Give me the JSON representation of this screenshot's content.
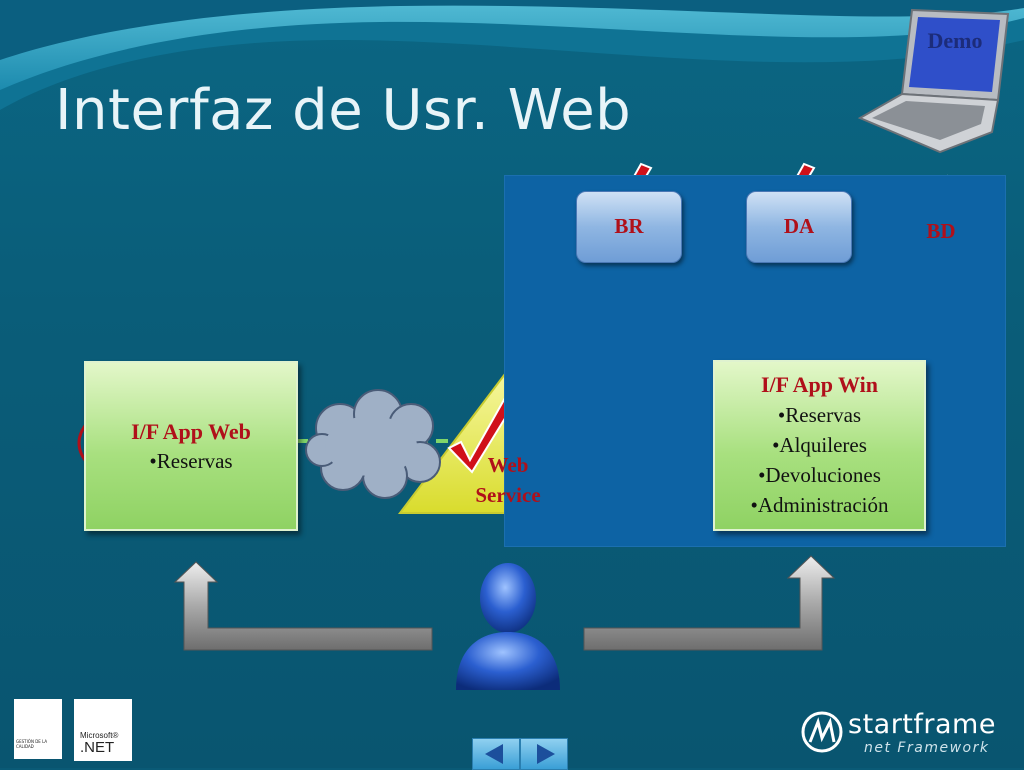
{
  "slide": {
    "title": "Interfaz de Usr. Web",
    "demo_label": "Demo",
    "server": {
      "br": "BR",
      "da": "DA",
      "bd": "BD"
    },
    "web_app": {
      "title": "I/F App Web",
      "items": [
        "•Reservas"
      ]
    },
    "web_service": [
      "Web",
      "Service"
    ],
    "win_app": {
      "title": "I/F App Win",
      "items": [
        "•Reservas",
        "•Alquileres",
        "•Devoluciones",
        "•Administración"
      ]
    },
    "logos": {
      "microsoft": "Microsoft®",
      "dotnet": ".NET",
      "startframe": "startframe",
      "startframe_sub": "net Framework",
      "iram_text": "GESTIÓN DE LA CALIDAD"
    }
  },
  "colors": {
    "background": "#0a5a76",
    "server_panel": "#0d63a4",
    "label_red": "#b0101a",
    "box_green": "#a8e07f",
    "triangle_yellow": "#e6e64a",
    "dashed_line": "#7fd66a"
  },
  "icons": [
    "laptop-icon",
    "checkmark-icon",
    "cloud-icon",
    "user-icon",
    "arrow-up-icon",
    "database-icon",
    "prev-icon",
    "next-icon"
  ]
}
